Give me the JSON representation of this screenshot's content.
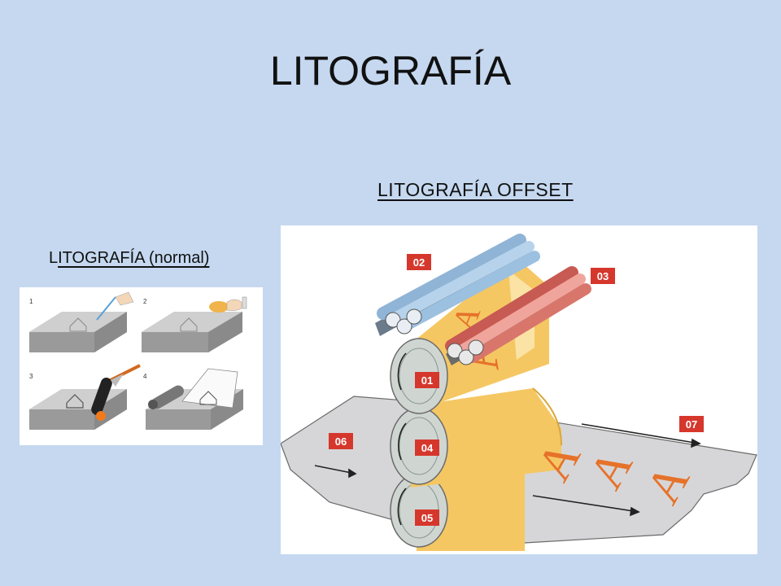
{
  "slide": {
    "title": "LITOGRAFÍA",
    "offset_heading": "LITOGRAFÍA OFFSET",
    "normal_heading_first": "L",
    "normal_heading_rest": "ITOGRAFÍA (normal)"
  },
  "normal_diagram": {
    "steps": [
      "1",
      "2",
      "3",
      "4"
    ]
  },
  "offset_diagram": {
    "labels": [
      "01",
      "02",
      "03",
      "04",
      "05",
      "06",
      "07"
    ],
    "paper_letter": "A",
    "accent_color": "#d6372c",
    "cylinder_color": "#f5c763",
    "paper_color": "#d6d6d8"
  }
}
